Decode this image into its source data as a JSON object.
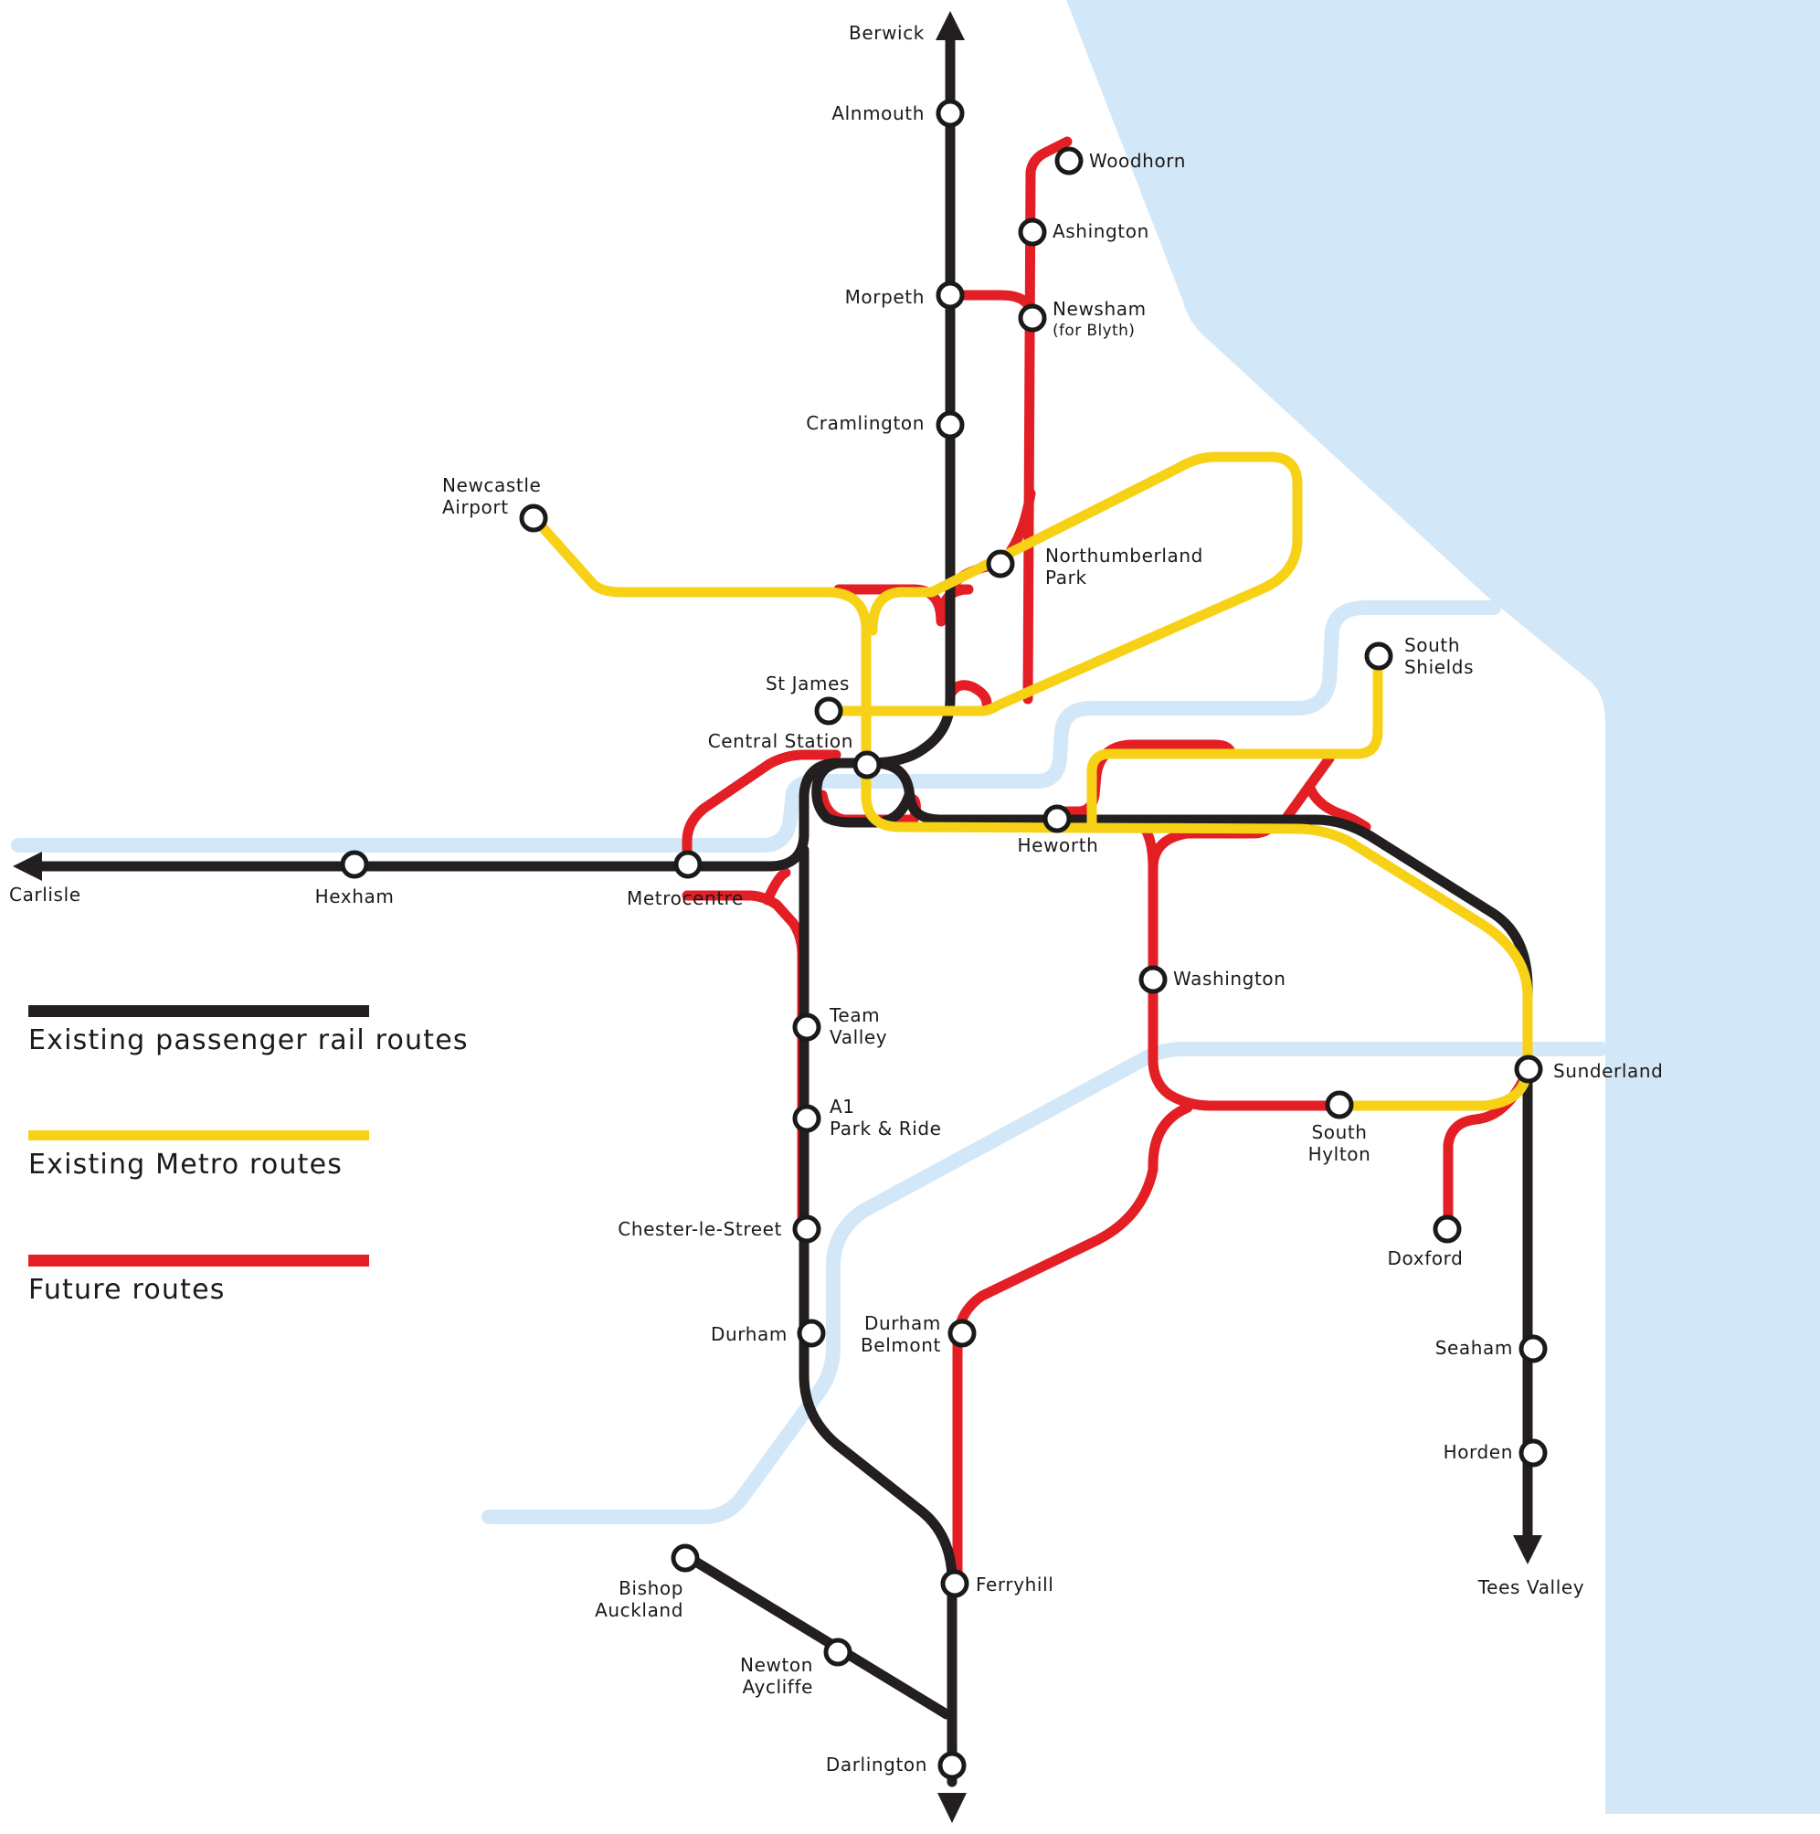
{
  "colors": {
    "water": "#d2e8f8",
    "existing_rail": "#231f20",
    "metro": "#f7d116",
    "future": "#e31e24",
    "station_fill": "#ffffff"
  },
  "legend": {
    "existing_rail": "Existing passenger rail routes",
    "metro": "Existing Metro routes",
    "future": "Future routes"
  },
  "destinations": {
    "berwick": "Berwick",
    "carlisle": "Carlisle",
    "tees_valley": "Tees Valley"
  },
  "stations": {
    "alnmouth": "Alnmouth",
    "woodhorn": "Woodhorn",
    "ashington": "Ashington",
    "morpeth": "Morpeth",
    "newsham_1": "Newsham",
    "newsham_2": "(for Blyth)",
    "cramlington": "Cramlington",
    "airport_1": "Newcastle",
    "airport_2": "Airport",
    "northumberland_1": "Northumberland",
    "northumberland_2": "Park",
    "st_james": "St James",
    "central": "Central Station",
    "south_shields_1": "South",
    "south_shields_2": "Shields",
    "heworth": "Heworth",
    "hexham": "Hexham",
    "metrocentre": "Metrocentre",
    "washington": "Washington",
    "team_valley_1": "Team",
    "team_valley_2": "Valley",
    "a1_1": "A1",
    "a1_2": "Park & Ride",
    "sunderland": "Sunderland",
    "south_hylton_1": "South",
    "south_hylton_2": "Hylton",
    "chester": "Chester-le-Street",
    "doxford": "Doxford",
    "durham": "Durham",
    "durham_belmont_1": "Durham",
    "durham_belmont_2": "Belmont",
    "seaham": "Seaham",
    "horden": "Horden",
    "ferryhill": "Ferryhill",
    "bishop_1": "Bishop",
    "bishop_2": "Auckland",
    "newton_1": "Newton",
    "newton_2": "Aycliffe",
    "darlington": "Darlington"
  }
}
